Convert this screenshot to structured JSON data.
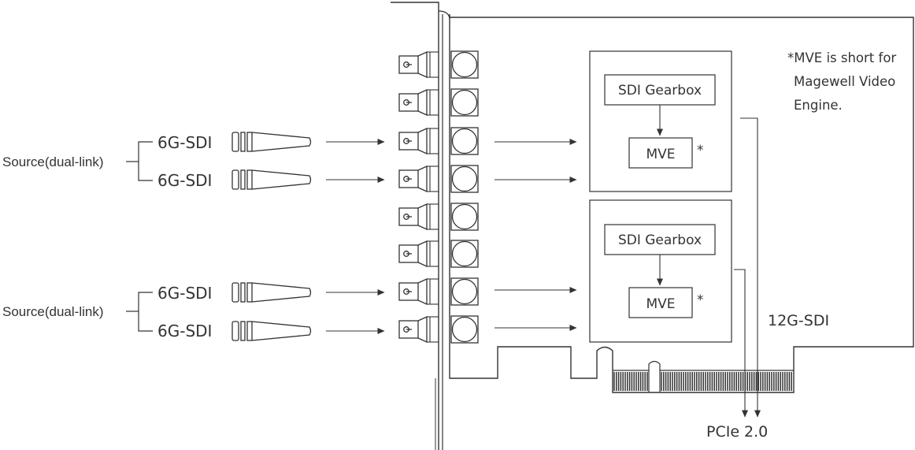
{
  "inputs": [
    {
      "source": "Source(dual-link)",
      "links": [
        "6G-SDI",
        "6G-SDI"
      ]
    },
    {
      "source": "Source(dual-link)",
      "links": [
        "6G-SDI",
        "6G-SDI"
      ]
    }
  ],
  "blocks": [
    {
      "gearbox": "SDI Gearbox",
      "engine": "MVE",
      "marker": "*"
    },
    {
      "gearbox": "SDI Gearbox",
      "engine": "MVE",
      "marker": "*"
    }
  ],
  "footnote": {
    "line1": "*MVE is short for",
    "line2": "Magewell Video",
    "line3": "Engine."
  },
  "output_label": "12G-SDI",
  "bus_label": "PCIe 2.0",
  "colors": {
    "line": "#333333",
    "background": "#ffffff"
  }
}
